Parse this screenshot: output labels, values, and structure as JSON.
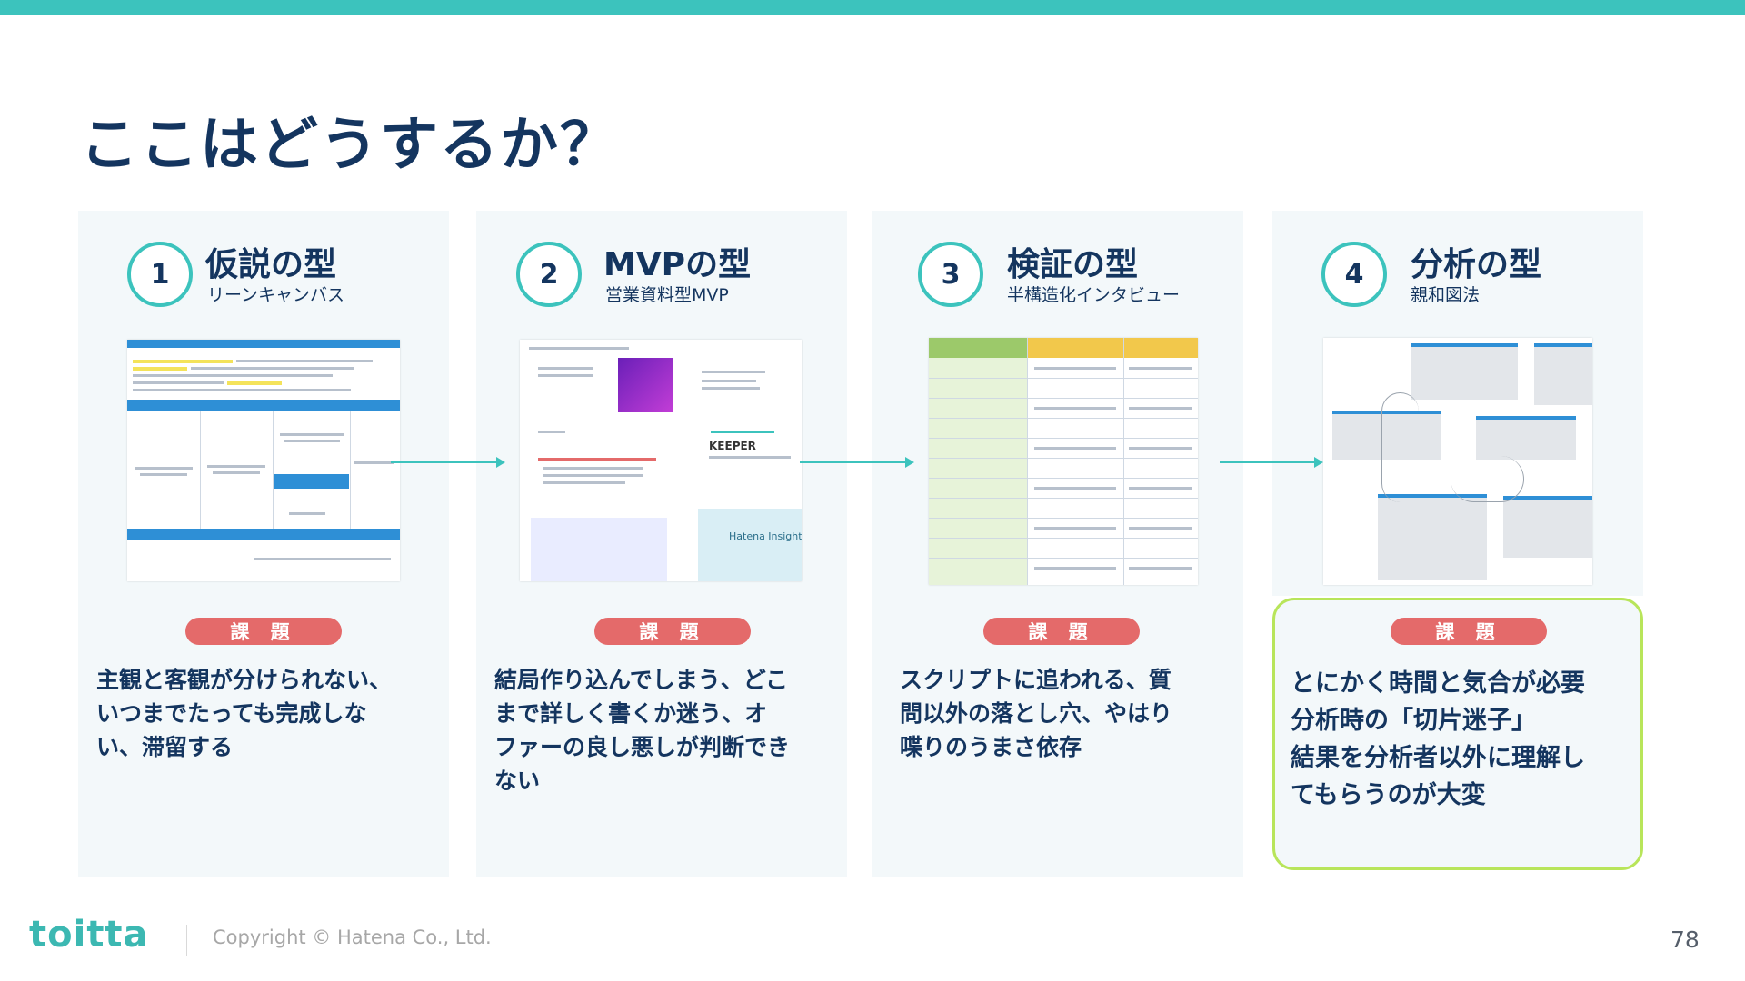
{
  "title": "ここはどうするか？",
  "cards": [
    {
      "number": "1",
      "title": "仮説の型",
      "subtitle": "リーンキャンバス",
      "tag": "課 題",
      "issue": [
        "主観と客観が分けられない、",
        "いつまでたっても完成しな",
        "い、滞留する"
      ]
    },
    {
      "number": "2",
      "title": "MVPの型",
      "subtitle": "営業資料型MVP",
      "tag": "課 題",
      "issue": [
        "結局作り込んでしまう、どこ",
        "まで詳しく書くか迷う、オ",
        "ファーの良し悪しが判断でき",
        "ない"
      ]
    },
    {
      "number": "3",
      "title": "検証の型",
      "subtitle": "半構造化インタビュー",
      "tag": "課 題",
      "issue": [
        "スクリプトに追われる、質",
        "問以外の落とし穴、やはり",
        "喋りのうまさ依存"
      ]
    },
    {
      "number": "4",
      "title": "分析の型",
      "subtitle": "親和図法",
      "tag": "課 題",
      "issue": [
        "とにかく時間と気合が必要",
        "分析時の「切片迷子」",
        "結果を分析者以外に理解し",
        "てもらうのが大変"
      ]
    }
  ],
  "thumbnails": {
    "mvp_keeper": "KEEPER",
    "mvp_hatena_insight": "Hatena Insight"
  },
  "footer": {
    "logo": "toitta",
    "copyright": "Copyright © Hatena Co., Ltd.",
    "page_number": "78"
  },
  "colors": {
    "accent": "#3cc3bd",
    "title": "#14355f",
    "tag": "#e46a6a",
    "highlight_border": "#b8e55a",
    "card_bg": "#f3f8fa"
  }
}
